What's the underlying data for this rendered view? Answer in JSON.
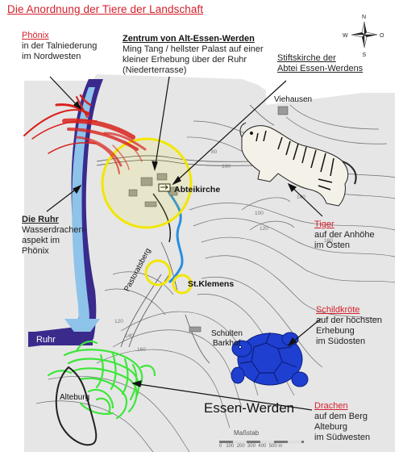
{
  "title": "Die Anordnung der Tiere der Landschaft",
  "compass": {
    "n": "N",
    "s": "S",
    "w": "W",
    "o": "O"
  },
  "phoenix": {
    "heading": "Phönix",
    "line2": "in der Talniederung",
    "line3": "im Nordwesten"
  },
  "center": {
    "heading": "Zentrum von Alt-Essen-Werden",
    "line2": "Ming Tang / hellster Palast auf einer",
    "line3": "kleiner Erhebung über der Ruhr",
    "line4": "(Niederterrasse)"
  },
  "church": {
    "line1": "Stiftskirche der",
    "line2": "Abtei Essen-Werdens"
  },
  "ruhr_note": {
    "heading": "Die Ruhr",
    "line2": "Wasserdrachen-",
    "line3": "aspekt im",
    "line4": "Phönix"
  },
  "tiger": {
    "heading": "Tiger",
    "line2": "auf der Anhöhe",
    "line3": "im Osten"
  },
  "turtle": {
    "heading": "Schildkröte",
    "line2": "auf der höchsten",
    "line3": "Erhebung",
    "line4": "im Südosten"
  },
  "dragon": {
    "heading": "Drachen",
    "line2": "auf dem Berg",
    "line3": "Alteburg",
    "line4": "im Südwesten"
  },
  "map_labels": {
    "viehausen": "Viehausen",
    "abteikirche": "Abteikirche",
    "stklemens": "St.Klemens",
    "pastoratsberg": "Pastoratsberg",
    "ruhr": "Ruhr",
    "schulten": "Schulten",
    "barkhof": "Barkhof",
    "alteburg": "Alteburg",
    "essen_werden": "Essen-Werden",
    "massstab": "Maßstab",
    "scale_marks": "0   100  200  300  400  500 m"
  },
  "contour_labels": [
    "100",
    "120",
    "140",
    "160",
    "80",
    "100",
    "120",
    "140",
    "160"
  ],
  "colors": {
    "title": "#d31f2a",
    "ruhr_dark": "#3a2a8c",
    "ruhr_light": "#8ec3ea",
    "center_circle": "#f2e600",
    "phoenix": "#d8221c",
    "turtle": "#1f3fd1",
    "dragon": "#3ee63a",
    "map_bg": "#e6e6e6"
  }
}
